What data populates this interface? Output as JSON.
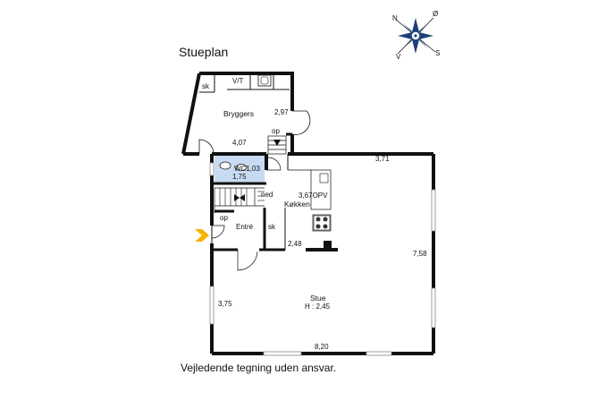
{
  "plan": {
    "title": "Stueplan",
    "disclaimer": "Vejledende tegning uden ansvar."
  },
  "compass": {
    "north": "N",
    "east": "Ø",
    "south": "S",
    "west": "V"
  },
  "rooms": {
    "bryggers": {
      "label": "Bryggers",
      "sk": "sk",
      "vt": "V/T",
      "dim_right": "2,97",
      "dim_bottom": "4,07"
    },
    "wc": {
      "label": "WC",
      "area": "1,03",
      "width": "1,75"
    },
    "kokken": {
      "label": "Køkken",
      "dim_height": "3,67",
      "opv": "OPV",
      "dim_bottom": "2,48"
    },
    "entre": {
      "label": "Entré",
      "sk": "sk"
    },
    "stue": {
      "label": "Stue",
      "height": "H : 2,45",
      "dim_top": "3,71",
      "dim_right": "7,58",
      "dim_left": "3,75",
      "dim_bottom": "8,20"
    }
  },
  "stairs": {
    "up_top": "op",
    "down": "ned",
    "up_entry": "op"
  },
  "colors": {
    "wall": "#111111",
    "wc_fill": "#c7dcf2",
    "entry_arrow": "#f5b400",
    "compass_blue": "#1f3f77"
  }
}
